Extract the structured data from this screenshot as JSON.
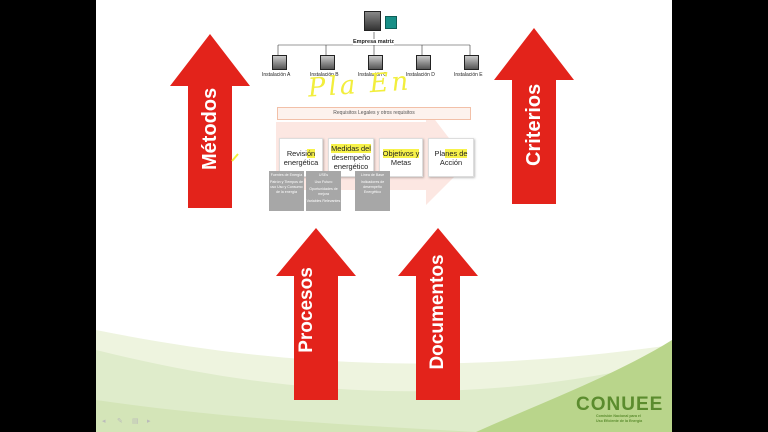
{
  "arrows": {
    "metodos": "Métodos",
    "criterios": "Criterios",
    "procesos": "Procesos",
    "documentos": "Documentos"
  },
  "org": {
    "root": "Empresa matriz",
    "installations": [
      "Instalación A",
      "Instalación B",
      "Instalación C",
      "Instalación D",
      "Instalación E"
    ]
  },
  "handwriting": "Pla En",
  "requirements_bar": "Requisitos Legales y otros requisitos",
  "steps": [
    {
      "pre": "Revisi",
      "hl": "ón",
      "post": "",
      "line2": "energética"
    },
    {
      "pre": "",
      "hl": "Medidas del",
      "post": "",
      "line2": "desempeño",
      "line3": "energético"
    },
    {
      "pre": "",
      "hl": "Objetivos y",
      "post": "",
      "line2": "Metas"
    },
    {
      "pre": "Pla",
      "hl": "nes de",
      "post": "",
      "line2": "Acción"
    }
  ],
  "details": [
    [
      "Fuentes de Energía",
      "Patrón y Tiempos de uso Uso y Consumo de la energía"
    ],
    [
      "USEs",
      "Uso Futuro",
      "Oportunidades de mejora",
      "Variables Relevantes"
    ],
    [
      "Línea de Base",
      "Indicadores de desempeño Energético"
    ]
  ],
  "logo": {
    "word": "CONUEE",
    "sub1": "Comisión Nacional para el",
    "sub2": "Uso Eficiente de la Energía"
  },
  "colors": {
    "arrow_red": "#e3231b",
    "logo_green": "#5b8c2e",
    "highlight": "#f7f24a"
  }
}
